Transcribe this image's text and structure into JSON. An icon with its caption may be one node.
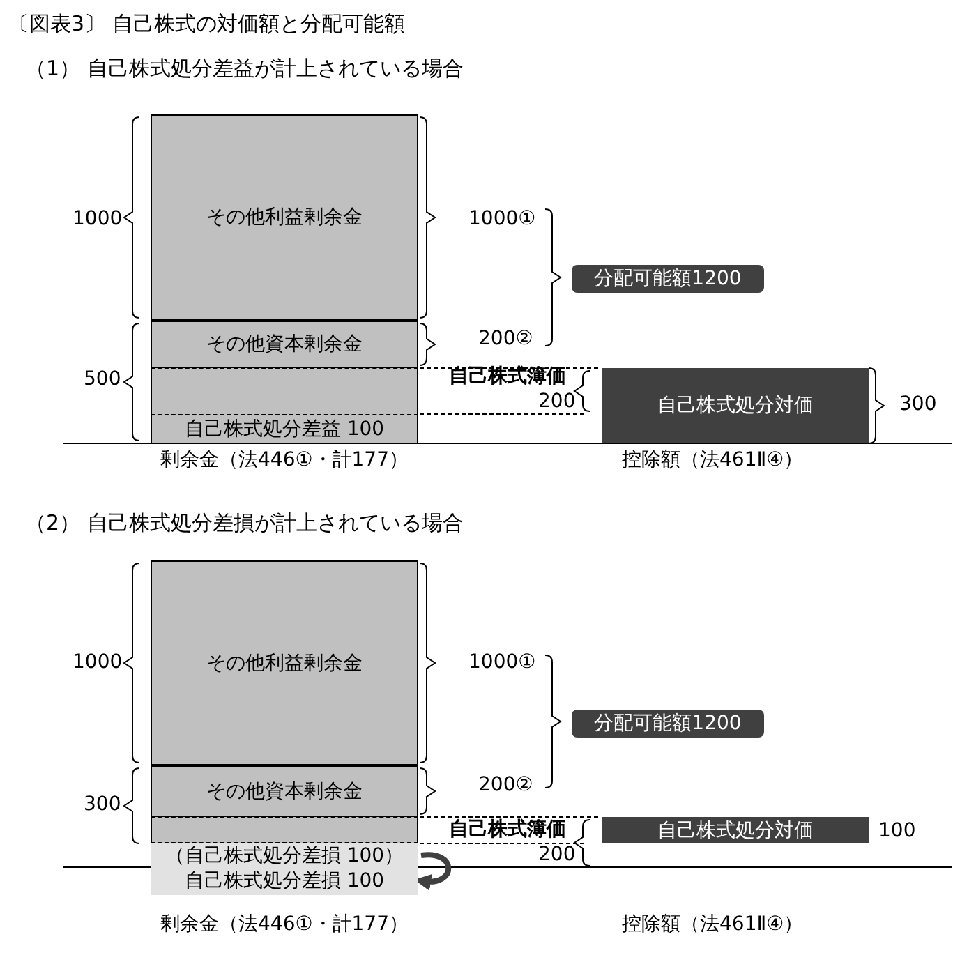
{
  "diagram": {
    "title": "〔図表3〕 自己株式の対価額と分配可能額",
    "nodes": [
      {
        "text": [
          "その他利益剰余金"
        ]
      },
      {
        "text": [
          "その他資本剰余金"
        ]
      },
      {
        "text": [],
        "shape": "bar"
      },
      {
        "text": [
          "自己株式処分差益 100"
        ]
      },
      {
        "text": [
          "分配可能額1200"
        ]
      },
      {
        "text": [
          "自己株式処分対価"
        ]
      },
      {
        "text": [
          "その他利益剰余金"
        ]
      },
      {
        "text": [
          "その他資本剰余金"
        ]
      },
      {
        "text": [],
        "shape": "bar"
      },
      {
        "text": [
          "（自己株式処分差損 100）"
        ]
      },
      {
        "text": [
          "自己株式処分差損 100"
        ]
      },
      {
        "text": [
          "分配可能額1200"
        ]
      },
      {
        "text": [
          "自己株式処分対価"
        ],
        "beside": [
          "100"
        ]
      }
    ],
    "edges": [
      {
        "from": 9,
        "to": 10,
        "arrow": "to"
      }
    ],
    "labels": [
      "（1） 自己株式処分差益が計上されている場合",
      "1000",
      "1000①",
      "200②",
      "500",
      "自己株式簿価",
      "200",
      "300",
      "剰余金（法446①・計177）",
      "控除額（法461Ⅱ④）",
      "（2） 自己株式処分差損が計上されている場合",
      "1000",
      "1000①",
      "200②",
      "300",
      "自己株式簿価",
      "200",
      "剰余金（法446①・計177）",
      "控除額（法461Ⅱ④）"
    ]
  }
}
